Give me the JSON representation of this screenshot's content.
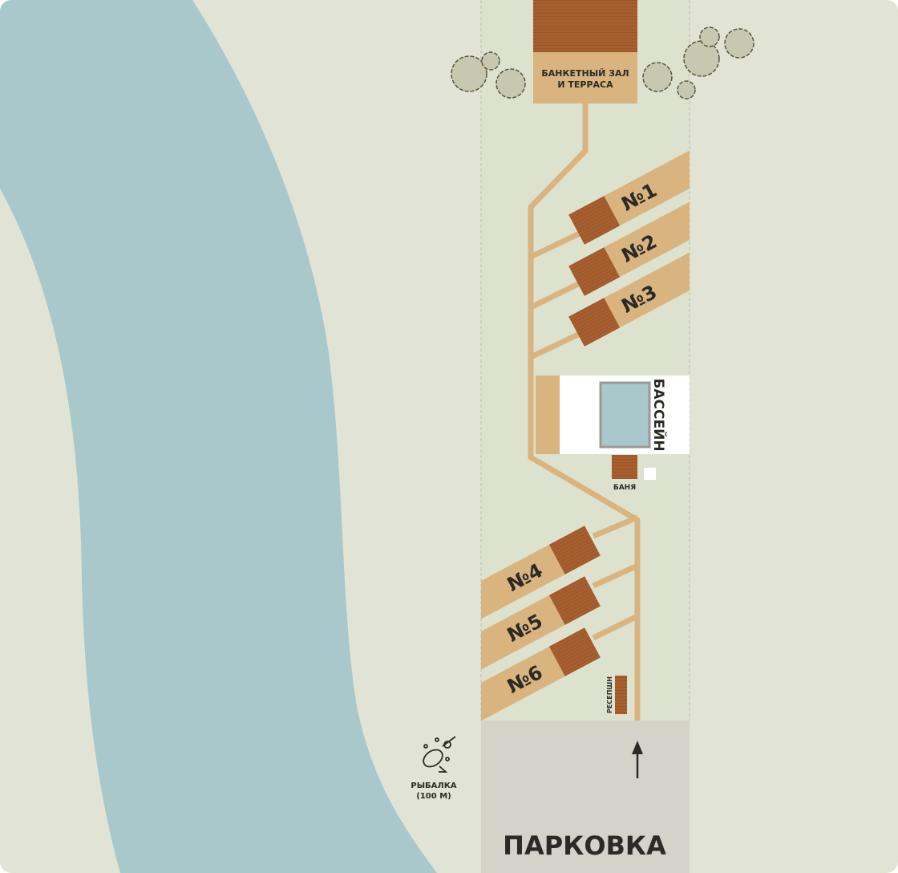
{
  "map": {
    "banquet_hall": {
      "line1": "БАНКЕТНЫЙ ЗАЛ",
      "line2": "И ТЕРРАСА"
    },
    "houses": [
      {
        "label": "№1"
      },
      {
        "label": "№2"
      },
      {
        "label": "№3"
      },
      {
        "label": "№4"
      },
      {
        "label": "№5"
      },
      {
        "label": "№6"
      }
    ],
    "pool": {
      "label": "БАССЕЙН"
    },
    "sauna": {
      "label": "БАНЯ"
    },
    "reception": {
      "label": "РЕСЕПШН"
    },
    "parking": {
      "label": "ПАРКОВКА"
    },
    "fishing": {
      "line1": "РЫБАЛКА",
      "line2": "(100 М)",
      "icon": "fish-icon"
    },
    "colors": {
      "ground": "#e1e4d5",
      "river": "#a9c8cc",
      "path": "#d9b47e",
      "roof": "#a65f2f",
      "parking": "#d4d3ca"
    }
  }
}
